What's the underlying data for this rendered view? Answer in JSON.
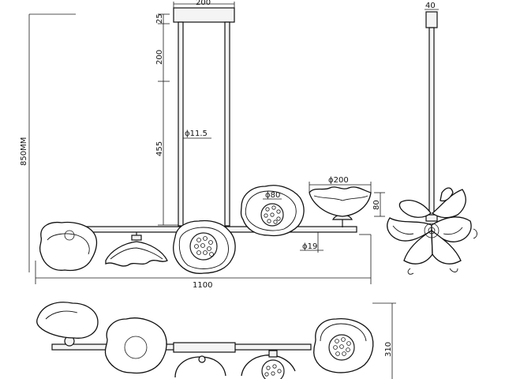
{
  "dimensions": {
    "canopy_width": "200",
    "canopy_height": "25",
    "rod_upper": "200",
    "rod_lower": "455",
    "rod_diameter": "ϕ11.5",
    "overall_height": "850MM",
    "overall_width": "1100",
    "flower_diameter": "ϕ80",
    "shade_diameter": "ϕ200",
    "shade_height": "80",
    "bar_diameter": "ϕ19",
    "side_canopy": "40",
    "plan_depth": "310"
  }
}
